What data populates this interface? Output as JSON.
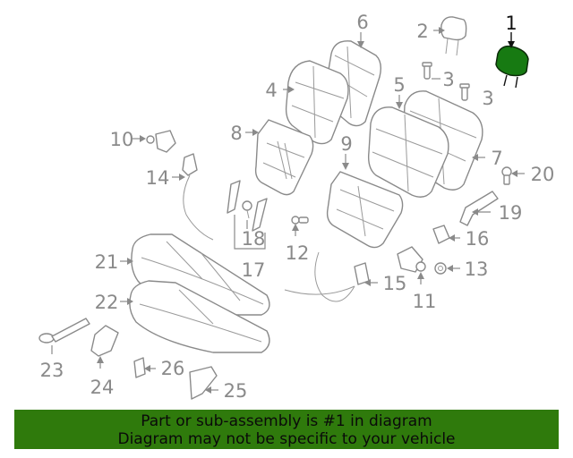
{
  "diagram": {
    "highlight_color": "#177a12",
    "highlighted_callout": "1",
    "callouts": [
      "1",
      "2",
      "3",
      "3",
      "4",
      "5",
      "6",
      "7",
      "8",
      "9",
      "10",
      "11",
      "12",
      "13",
      "14",
      "15",
      "16",
      "17",
      "18",
      "19",
      "20",
      "21",
      "22",
      "23",
      "24",
      "25",
      "26"
    ]
  },
  "banner": {
    "background": "#2f7a0c",
    "line1": "Part or sub-assembly is #1 in diagram",
    "line2": "Diagram may not be specific to your vehicle"
  }
}
